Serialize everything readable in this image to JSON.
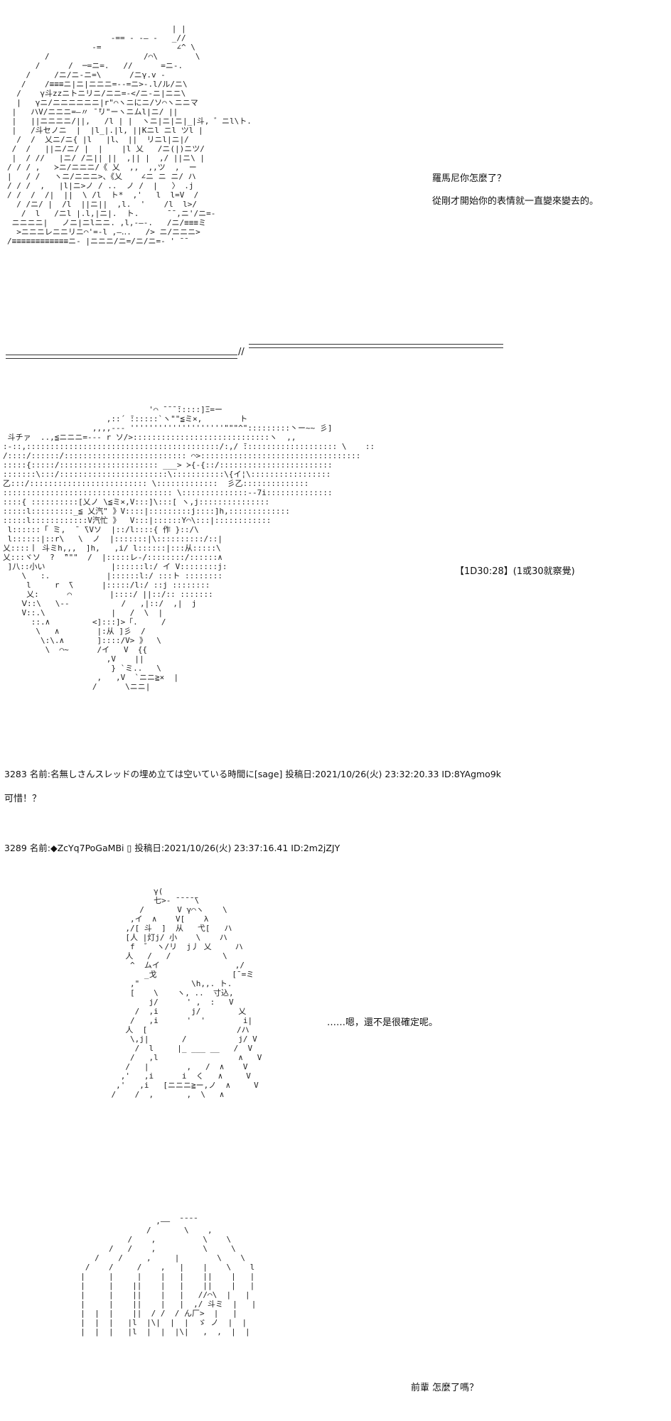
{
  "panel1": {
    "art": "                                   | |\n                      -== - -— -   _//\n                  -=                ∠^ \\\n        /                    /⌒\\        \\\n      /      /  ─=ニ=.   //      =ニ-.\n    /     /ニ/ニ-ニ=\\      /ニγ.v -\n   /    /≡≡≡ニ|ニ|ニニニ=--=ニ>-.l/ル/ニ\\\n  /    γ斗zzニトニリニ/ニニ=-</ニ-ニ|ニニ\\\n  |   γニ/ニニニニニニ|r\"⌒ヽニにニ/ソ⌒ヽニニマ\n |   ハV/ニニニ=—〃 ̄ ̄リ\"ーヽニムl|ニ/ ||\n |   ||ニニニニ/||,   /l | |  ヽニ|ニ|ニ|_|斗, ゛ニl\\ト.\n |   /斗セノニ  |  |l_|.|l, ||Kニl ニl ツl |\n  /  /  乂ニ/ニ{ |l   |l、 ||  リニl|ニ|/\n /  /   ||ニ/ニ/ |  |    |l 乂   /ニ(|)ニツ/\n |  / //   |ニ/ /ニ|| ||  ,|| |  ,/ ||ニ\\ |\n/ / / ,   ≻ニ/ニニニ/《 乂  ,,  ,,ツ  ,  ー\n|   / /   ヽニ/ニニニ>、《乂    ∠ニ ニ ニ/ ハ\n/ / /  ,   |l|ニ>ノ / ..  ノ /  |   〉 .j\n/ /  /  /|  ||  \\ /l  ト*  ,'   l  l=V  /\n  / /ニ/ |  /l  ||ニ||  ,l.  '    /l  l>/\n   /  l   /ニl |.l,|ニ|.  ト.      ̄ ̄ ,ニ'/ニ=-\n ニニニニ|   ノニ|ニlニニ. ,l,-—-.   /ニ/≡≡≡ミ\n  >ニニニレニニリニ⌒'=-l ,—‥.   /> ニ/ニニニ>\n/≡≡≡≡≡≡≡≡≡≡≡≡ニ- |ニニニ/ニ=/ニ/ニ=- ' ̄ ̄",
    "lines": [
      "羅馬尼你怎麼了？",
      "從剛才開始你的表情就一直變來變去的。"
    ]
  },
  "divider": "//",
  "panel2": {
    "art": "                               '⌒ ̄ ̄ ̄ ̄:::::]Ξ=ー\n                      ,::´ ̄::::::`ヽ\"\"≦ミ×,        ト\n                   ,,,,--- ''''''''''''''''''''\"\"\"^\":::::::::丶ー~~ 彡]\n 斗チァ  ..,≦ニニニ=--- r ソ/>:::::::::::::::::::::::::::::ヽ  ,,\n:-::,:::::::::::::::::::::::::::::::::::::::::/:,/ ̄:::::::::::::::::::: \\    ::\n/::::/::::::/:::::::::::::::::::::::::: ⌒>::::::::::::::::::::::::::::::::::\n:::::{:::::/::::::::::::::::::::: ___> ≻{-{::/::::::::::::::::::::::::\n:::::::\\:::/:::::::::::::::::::::::\\:::::::::::\\{イ¦\\:::::::::::::::::\n乙:::/::::::::::::::::::::::::: \\:::::::::::::  彡乙::::::::::::::\n:::::::::::::::::::::::::::::::::::: \\::::::::::::::--7i::::::::::::::\n::::{ ::::::::::[乂ノ \\≦ミ×,V:::]\\:::[ ヽ,j:::::::::::::::\n:::::l:::::::::_≦ 乂汽\" 》V::::|:::::::::j::::]h,:::::::::::::\n:::::l::::::::::::V汽忙 》  V:::|::::::Y⌒\\:::|::::::::::::\n l::::::「 ̄ミ,  ̄  ̄\\Vソ  |::/l::::{ 作 }::/\\\n l::::::|::r\\   \\  ノ  |:::::::|\\::::::::::/::|\n乂::::丨 斗ミh,,,  ]h,   ,i/ l::::::|:::从:::::\\\n乂:::ヾソ  ?  ̄\"\"\"  /  |:::::レ-/::::::::/::::::∧\n ]八::小い              |::::::l:/ イ V::::::::j:\n    \\   :.            |::::::l:/ :::ト ::::::::\n     l     r  ̄\\      |:::::/l:/ ::j ::::::::\n     乂:      ⌒        |::::/ ||::/:: :::::::\n    Ⅴ::\\   \\--           /   ,|::/  ,|  j\n    V::.\\              |   /  \\  |\n      ::.∧         <]:::]>「.     /\n       \\   ∧        |:从 ]彡  /\n        \\:\\.∧       ]::::/V> 》  \\\n         \\  ⌒~      /イ   V  {{\n                      ,V    ||\n                       } `ミ..   \\\n                    ,   ,V  `ニニ≧×  |\n                   /      \\ニニ|",
    "tag": "【1D30:28】(1或30就察覺)"
  },
  "post3283": {
    "header": "3283 名前:名無しさんスレッドの埋め立ては空いている時間に[sage] 投稿日:2021/10/26(火) 23:32:20.33 ID:8YAgmo9k",
    "body": "可惜！？"
  },
  "post3289": {
    "header": "3289 名前:◆ZcYq7PoGaMBi ▯ 投稿日:2021/10/26(火) 23:37:16.41 ID:2m2jZJY"
  },
  "panel3": {
    "art": "             γ(\n             七>- ̄ ̄ ̄ ̄ ̄\\\n          /       V γ⌒ヽ    \\\n        ,イ  ∧    V[    λ\n       ,/[ 斗  ]  从   弋[   ハ\n       [人 |灯j/ 小    \\    ハ\n        f  ゛ ヽ/リ  j丿 乂     ハ\n       人   /   /           \\\n        ^  ムイ                ,/\n           _戈                [¯=ミ\n        ,\"           \\h,,. ト.\n        [    \\    ヽ, ..  寸込,\n            j/      ' ,  :   V\n         /  ,i       j/        乂\n        /   ,i      '  '        i|\n       人  [                   /ハ\n        \\,j|       /           j/ V\n         /  l     |_ ___ __   /  V\n        /   ,l                 ∧   V\n       /   |        ,   /  ∧    V\n      ,'   ,i      i  く   ∧     V\n     ,'   ,i   [ニニニ≧ー,ノ  ∧     V\n    /    /  ,       ,  \\   ∧",
    "line": "……嗯，還不是很確定呢。"
  },
  "panel4": {
    "art": "                  ,——  ̄ ̄ ̄ ̄\n                /       \\    ,\n            /    ,          \\    \\\n        /   /    ,          \\     \\\n     /    /     ,     |        \\    \\\n   /    /     /    ,   |    |    \\    l\n  |     |     |    |   |    ||    |   |\n  |     |    ||    |   |    ||    |   |\n  |     |    ||    |   |   //⌒\\  |   |\n  |     |    ||    |   |  ,/ 斗ミ  |   |\n  |  |  |    ||  / /  / ん厂>  |   |\n  |  |  |   |l  |\\|  |  |  ゞ ノ  |  |\n  |  |  |   |l  |  |  |\\|   ,  ,  |  |",
    "line": "前輩 怎麼了嗎？"
  }
}
